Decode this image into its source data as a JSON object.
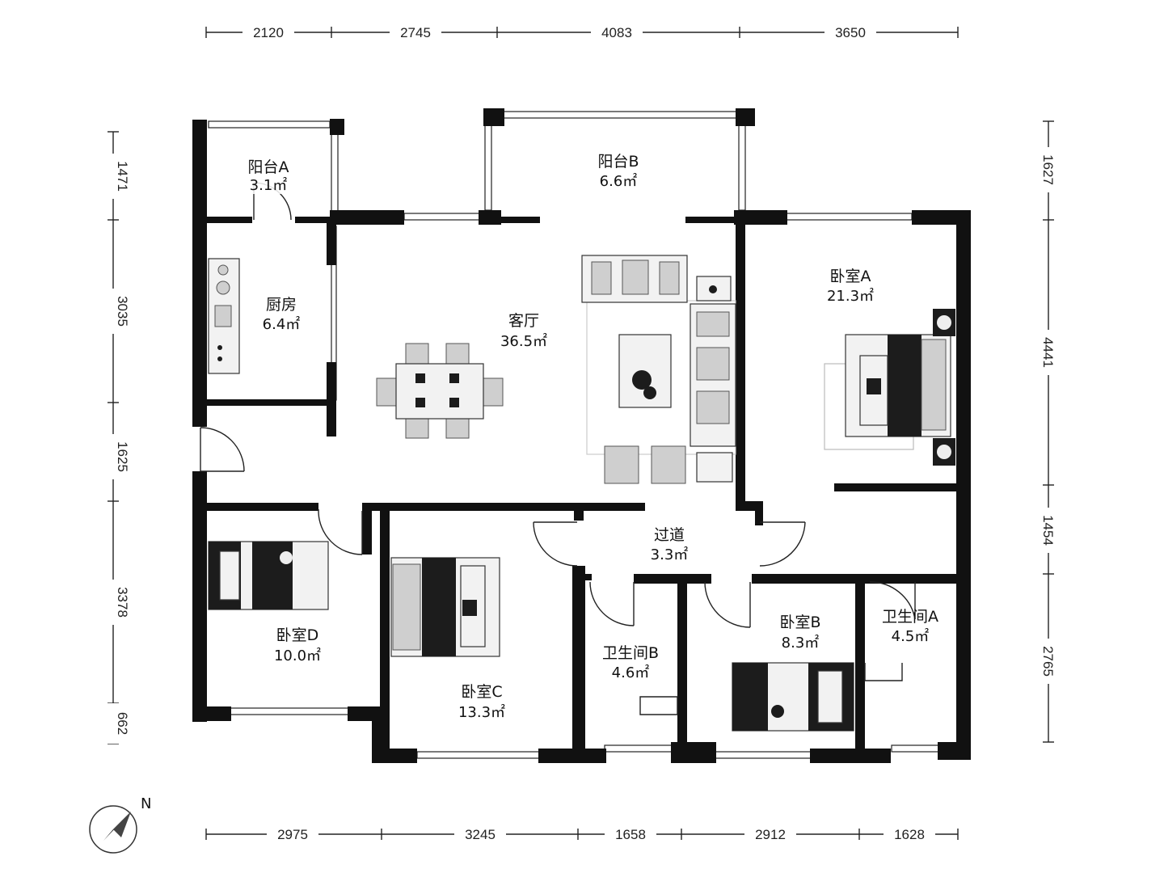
{
  "plan": {
    "rooms": [
      {
        "id": "balcony-a",
        "name": "阳台A",
        "area": "3.1㎡"
      },
      {
        "id": "balcony-b",
        "name": "阳台B",
        "area": "6.6㎡"
      },
      {
        "id": "kitchen",
        "name": "厨房",
        "area": "6.4㎡"
      },
      {
        "id": "living",
        "name": "客厅",
        "area": "36.5㎡"
      },
      {
        "id": "bedroom-a",
        "name": "卧室A",
        "area": "21.3㎡"
      },
      {
        "id": "corridor",
        "name": "过道",
        "area": "3.3㎡"
      },
      {
        "id": "bedroom-d",
        "name": "卧室D",
        "area": "10.0㎡"
      },
      {
        "id": "bedroom-c",
        "name": "卧室C",
        "area": "13.3㎡"
      },
      {
        "id": "bathroom-b",
        "name": "卫生间B",
        "area": "4.6㎡"
      },
      {
        "id": "bedroom-b",
        "name": "卧室B",
        "area": "8.3㎡"
      },
      {
        "id": "bathroom-a",
        "name": "卫生间A",
        "area": "4.5㎡"
      }
    ],
    "dimensions": {
      "top": [
        "2120",
        "2745",
        "4083",
        "3650"
      ],
      "bottom": [
        "2975",
        "3245",
        "1658",
        "2912",
        "1628"
      ],
      "left": [
        "1471",
        "3035",
        "1625",
        "3378",
        "662"
      ],
      "right": [
        "1627",
        "4441",
        "1454",
        "2765"
      ]
    },
    "compass": {
      "label": "N"
    }
  }
}
